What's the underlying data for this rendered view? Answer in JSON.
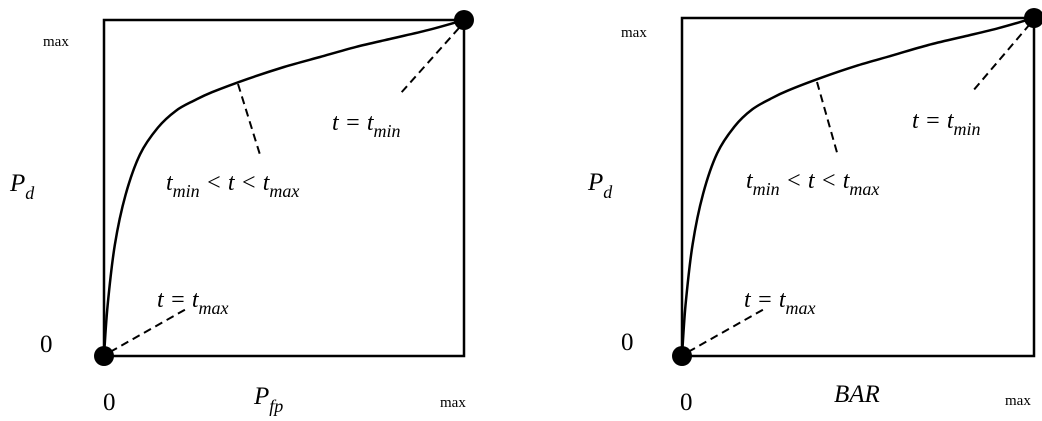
{
  "chart_data": [
    {
      "type": "line",
      "title": "",
      "xlabel": "P",
      "xlabel_sub": "fp",
      "ylabel": "P",
      "ylabel_sub": "d",
      "x_tick_min": "0",
      "x_tick_max": "max",
      "y_tick_min": "0",
      "y_tick_max": "max",
      "grid": false,
      "curve": {
        "shape": "concave increasing",
        "x": [
          0.0,
          0.01,
          0.03,
          0.06,
          0.1,
          0.15,
          0.2,
          0.25,
          0.3,
          0.4,
          0.5,
          0.6,
          0.7,
          0.8,
          0.9,
          1.0
        ],
        "y": [
          0.0,
          0.15,
          0.33,
          0.48,
          0.6,
          0.68,
          0.73,
          0.76,
          0.785,
          0.825,
          0.86,
          0.89,
          0.92,
          0.945,
          0.97,
          1.0
        ]
      },
      "endpoints": [
        {
          "x": 0,
          "y": 0,
          "label": "t = t_max"
        },
        {
          "x": 1,
          "y": 1,
          "label": "t = t_min"
        }
      ],
      "annotations": [
        {
          "var": "t",
          "text1": " = ",
          "var2": "t",
          "sub2": "max"
        },
        {
          "var": "t",
          "sub": "min",
          "text1": " < ",
          "var2": "t",
          "text2": " < ",
          "var3": "t",
          "sub3": "max"
        },
        {
          "var": "t",
          "text1": " = ",
          "var2": "t",
          "sub2": "min"
        }
      ]
    },
    {
      "type": "line",
      "title": "",
      "xlabel": "BAR",
      "ylabel": "P",
      "ylabel_sub": "d",
      "x_tick_min": "0",
      "x_tick_max": "max",
      "y_tick_min": "0",
      "y_tick_max": "max",
      "grid": false,
      "curve": {
        "shape": "concave increasing",
        "x": [
          0.0,
          0.01,
          0.03,
          0.06,
          0.1,
          0.15,
          0.2,
          0.25,
          0.3,
          0.4,
          0.5,
          0.6,
          0.7,
          0.8,
          0.9,
          1.0
        ],
        "y": [
          0.0,
          0.15,
          0.33,
          0.48,
          0.6,
          0.68,
          0.73,
          0.76,
          0.785,
          0.825,
          0.86,
          0.89,
          0.92,
          0.945,
          0.97,
          1.0
        ]
      },
      "endpoints": [
        {
          "x": 0,
          "y": 0,
          "label": "t = t_max"
        },
        {
          "x": 1,
          "y": 1,
          "label": "t = t_min"
        }
      ],
      "annotations": [
        {
          "var": "t",
          "text1": " = ",
          "var2": "t",
          "sub2": "max"
        },
        {
          "var": "t",
          "sub": "min",
          "text1": " < ",
          "var2": "t",
          "text2": " < ",
          "var3": "t",
          "sub3": "max"
        },
        {
          "var": "t",
          "text1": " = ",
          "var2": "t",
          "sub2": "min"
        }
      ]
    }
  ]
}
